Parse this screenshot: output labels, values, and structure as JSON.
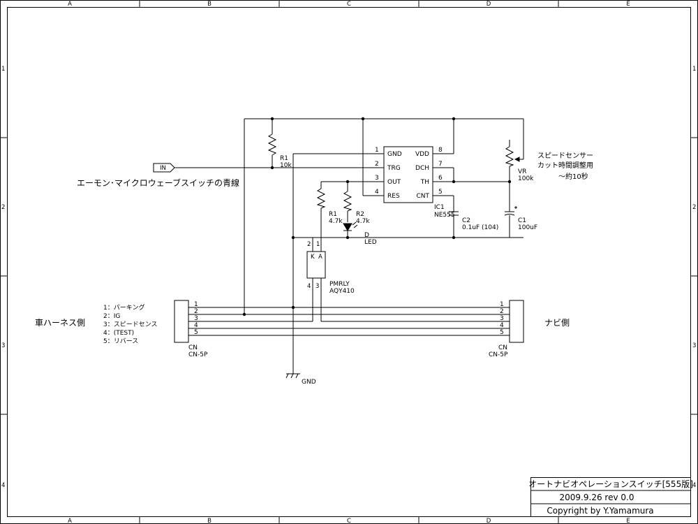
{
  "frame": {
    "columns": [
      "A",
      "B",
      "C",
      "D",
      "E"
    ],
    "rows": [
      "1",
      "2",
      "3",
      "4"
    ]
  },
  "input": {
    "tag": "IN",
    "label": "エーモン･マイクロウェーブスイッチの青線"
  },
  "resistors": {
    "r1_top": {
      "ref": "R1",
      "value": "10k"
    },
    "r1_mid": {
      "ref": "R1",
      "value": "4.7k"
    },
    "r2": {
      "ref": "R2",
      "value": "4.7k"
    }
  },
  "ic": {
    "ref": "IC1",
    "part": "NE555",
    "pins_left": [
      {
        "num": "1",
        "name": "GND"
      },
      {
        "num": "2",
        "name": "TRG"
      },
      {
        "num": "3",
        "name": "OUT"
      },
      {
        "num": "4",
        "name": "RES"
      }
    ],
    "pins_right": [
      {
        "num": "8",
        "name": "VDD"
      },
      {
        "num": "7",
        "name": "DCH"
      },
      {
        "num": "6",
        "name": "TH"
      },
      {
        "num": "5",
        "name": "CNT"
      }
    ]
  },
  "vr": {
    "ref": "VR",
    "value": "100k",
    "note_lines": [
      "スピードセンサー",
      "カット時間調整用",
      "～約10秒"
    ]
  },
  "capacitors": {
    "c2": {
      "ref": "C2",
      "value": "0.1uF (104)"
    },
    "c1": {
      "ref": "C1",
      "value": "100uF"
    }
  },
  "led": {
    "ref": "D",
    "part": "LED"
  },
  "relay": {
    "ref": "PMRLY",
    "part": "AQY410",
    "pin_k": "K",
    "pin_a": "A",
    "pin2": "2",
    "pin1": "1",
    "pin4": "4",
    "pin3": "3"
  },
  "gnd": {
    "label": "GND"
  },
  "connector_left": {
    "side_label": "車ハーネス側",
    "ref": "CN",
    "part": "CN-5P",
    "pins": [
      "1",
      "2",
      "3",
      "4",
      "5"
    ],
    "legend": [
      "1：パーキング",
      "2：IG",
      "3：スピードセンス",
      "4：(TEST)",
      "5：リバース"
    ]
  },
  "connector_right": {
    "side_label": "ナビ側",
    "ref": "CN",
    "part": "CN-5P",
    "pins": [
      "1",
      "2",
      "3",
      "4",
      "5"
    ]
  },
  "title_block": {
    "title": "オートナビオペレーションスイッチ[555版]",
    "date_rev": "2009.9.26 rev 0.0",
    "copyright": "Copyright by Y.Yamamura"
  }
}
